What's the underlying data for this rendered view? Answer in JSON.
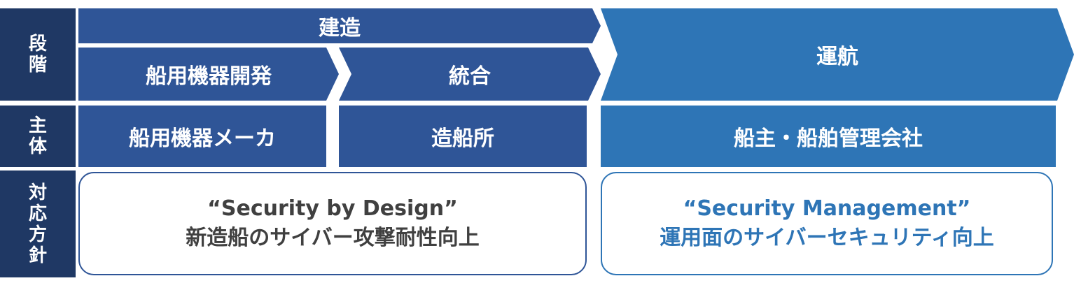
{
  "row_labels": {
    "stage": [
      "段",
      "階"
    ],
    "actor": [
      "主",
      "体"
    ],
    "policy": [
      "対",
      "応",
      "方",
      "針"
    ]
  },
  "stage": {
    "construction": "建造",
    "equipment_dev": "船用機器開発",
    "integration": "統合",
    "operation": "運航"
  },
  "actor": {
    "manufacturer": "船用機器メーカ",
    "shipyard": "造船所",
    "owner": "船主・船舶管理会社"
  },
  "policy": {
    "design_title": "“Security by Design”",
    "design_desc": "新造船のサイバー攻撃耐性向上",
    "management_title": "“Security Management”",
    "management_desc": "運用面のサイバーセキュリティ向上"
  },
  "colors": {
    "row_label": "#1f3864",
    "construction": "#2f5597",
    "operation": "#2e75b6"
  }
}
